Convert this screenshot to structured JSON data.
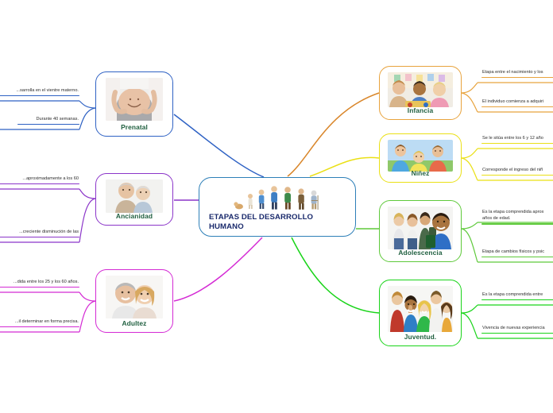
{
  "center": {
    "title": "ETAPAS DEL DESARROLLO HUMANO",
    "illustration": "human-life-stages-silhouettes"
  },
  "branches": [
    {
      "id": "prenatal",
      "label": "Prenatal",
      "color": "#2f62c4",
      "side": "left",
      "image": "pregnant-belly-photo",
      "items": [
        {
          "text": "...sarrolla en el vientre materno."
        },
        {
          "text": "Durante 40 semanas."
        }
      ]
    },
    {
      "id": "ancianidad",
      "label": "Ancianidad",
      "color": "#8b35c9",
      "side": "left",
      "image": "elderly-couple-photo",
      "items": [
        {
          "text": "...aproximadamente a los 60"
        },
        {
          "text": "...creciente disminución de las"
        }
      ]
    },
    {
      "id": "adultez",
      "label": "Adultez",
      "color": "#d42ad4",
      "side": "left",
      "image": "adult-couple-photo",
      "items": [
        {
          "text": "...dida entre los 25 y los 60 años."
        },
        {
          "text": "...il determinar en forma precisa."
        }
      ]
    },
    {
      "id": "infancia",
      "label": "Infancia",
      "color": "#e8a33d",
      "side": "right",
      "image": "children-playing-photo",
      "items": [
        {
          "text": "Etapa entre el nacimiento y los"
        },
        {
          "text": "El individuo comienza a adquiri"
        }
      ]
    },
    {
      "id": "ninez",
      "label": "Niñez",
      "color": "#eae015",
      "side": "right",
      "image": "kids-group-photo",
      "items": [
        {
          "text": "Se le sitúa entre los 6 y 12 año"
        },
        {
          "text": "Corresponde el ingreso del niñ"
        }
      ]
    },
    {
      "id": "adolescencia",
      "label": "Adolescencia",
      "color": "#5ec93a",
      "side": "right",
      "image": "teenagers-school-photo",
      "items": [
        {
          "text": "Es la etapa comprendida aprox\naños de edad."
        },
        {
          "text": "Etapa de cambios físicos y psic"
        }
      ]
    },
    {
      "id": "juventud",
      "label": "Juventud.",
      "color": "#19d419",
      "side": "right",
      "image": "young-adults-group-photo",
      "items": [
        {
          "text": "Es la etapa comprendida entre"
        },
        {
          "text": "Vivencia de nuevas experiencia"
        }
      ]
    }
  ]
}
